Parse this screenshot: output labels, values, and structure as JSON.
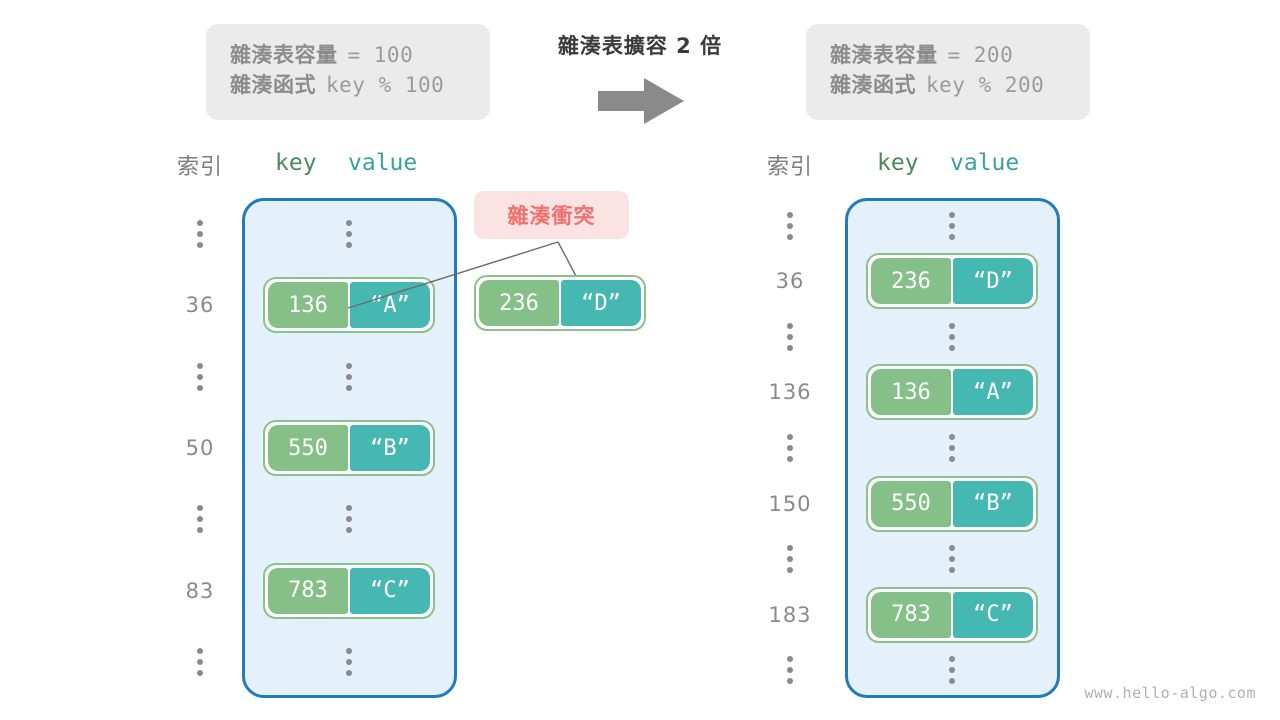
{
  "meta": {
    "watermark": "www.hello-algo.com"
  },
  "transition": {
    "title": "雜湊表擴容 2 倍",
    "arrow_icon": "right-arrow-icon"
  },
  "before": {
    "capacity_label": "雜湊表容量",
    "capacity_expr": "= 100",
    "function_label": "雜湊函式",
    "function_expr": "key % 100",
    "header_index": "索引",
    "header_key": "key",
    "header_value": "value",
    "rows": [
      {
        "index": "⋮",
        "type": "ellipsis"
      },
      {
        "index": "36",
        "type": "entry",
        "key": "136",
        "value": "“A”"
      },
      {
        "index": "⋮",
        "type": "ellipsis"
      },
      {
        "index": "50",
        "type": "entry",
        "key": "550",
        "value": "“B”"
      },
      {
        "index": "⋮",
        "type": "ellipsis"
      },
      {
        "index": "83",
        "type": "entry",
        "key": "783",
        "value": "“C”"
      },
      {
        "index": "⋮",
        "type": "ellipsis"
      }
    ]
  },
  "after": {
    "capacity_label": "雜湊表容量",
    "capacity_expr": "= 200",
    "function_label": "雜湊函式",
    "function_expr": "key % 200",
    "header_index": "索引",
    "header_key": "key",
    "header_value": "value",
    "rows": [
      {
        "index": "⋮",
        "type": "ellipsis"
      },
      {
        "index": "36",
        "type": "entry",
        "key": "236",
        "value": "“D”"
      },
      {
        "index": "⋮",
        "type": "ellipsis"
      },
      {
        "index": "136",
        "type": "entry",
        "key": "136",
        "value": "“A”"
      },
      {
        "index": "⋮",
        "type": "ellipsis"
      },
      {
        "index": "150",
        "type": "entry",
        "key": "550",
        "value": "“B”"
      },
      {
        "index": "⋮",
        "type": "ellipsis"
      },
      {
        "index": "183",
        "type": "entry",
        "key": "783",
        "value": "“C”"
      },
      {
        "index": "⋮",
        "type": "ellipsis"
      }
    ]
  },
  "collision": {
    "badge_label": "雜湊衝突",
    "pair": {
      "key": "236",
      "value": "“D”"
    }
  },
  "colors": {
    "table_fill": "#e4f0fa",
    "table_border": "#1f7ac0",
    "key_cell": "#85c088",
    "value_cell": "#46b8b2",
    "pair_border": "#8cc08c",
    "info_box": "#ebebeb",
    "info_text": "#8c8c8c",
    "collision_bg": "#fce3e3",
    "collision_text": "#f1706c",
    "header_key": "#4a8a5a",
    "header_value": "#3ba0a0",
    "index_text": "#8a8a8a",
    "arrow": "#8a8a8a"
  }
}
